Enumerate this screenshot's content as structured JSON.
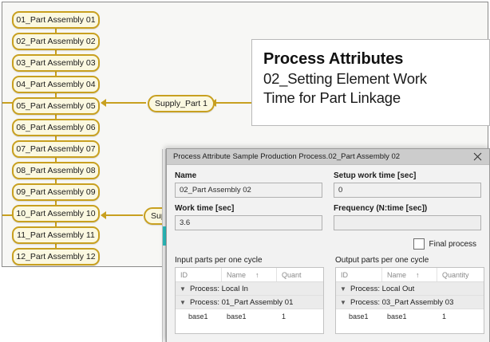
{
  "diagram": {
    "assembly_nodes": [
      {
        "label": "01_Part Assembly 01"
      },
      {
        "label": "02_Part Assembly 02"
      },
      {
        "label": "03_Part Assembly 03"
      },
      {
        "label": "04_Part Assembly 04"
      },
      {
        "label": "05_Part Assembly 05"
      },
      {
        "label": "06_Part Assembly 06"
      },
      {
        "label": "07_Part Assembly 07"
      },
      {
        "label": "08_Part Assembly 08"
      },
      {
        "label": "09_Part Assembly 09"
      },
      {
        "label": "10_Part Assembly 10"
      },
      {
        "label": "11_Part Assembly 11"
      },
      {
        "label": "12_Part Assembly 12"
      }
    ],
    "supply_nodes": [
      {
        "label": "Supply_Part 1"
      },
      {
        "label": "Sup"
      }
    ],
    "node_border_color": "#c8a020",
    "node_fill_color": "#fbf8e0",
    "connector_color": "#c8a020",
    "canvas_bg": "#f7f7f5"
  },
  "callout": {
    "title": "Process Attributes",
    "subtitle_line1": "02_Setting Element Work",
    "subtitle_line2": "Time for Part Linkage"
  },
  "dialog": {
    "title": "Process Attribute Sample Production Process.02_Part Assembly 02",
    "close_icon": "close-icon",
    "fields": {
      "name_label": "Name",
      "name_value": "02_Part Assembly 02",
      "setup_work_time_label": "Setup work time [sec]",
      "setup_work_time_value": "0",
      "work_time_label": "Work time [sec]",
      "work_time_value": "3.6",
      "frequency_label": "Frequency (N:time [sec])",
      "frequency_value": ""
    },
    "final_process": {
      "label": "Final process",
      "checked": false
    },
    "input_section": {
      "title": "Input parts per one cycle",
      "columns": [
        "ID",
        "Name",
        "Quant"
      ],
      "sort_indicator": "↑",
      "groups": [
        {
          "label": "Process: Local In"
        },
        {
          "label": "Process: 01_Part Assembly 01"
        }
      ],
      "rows": [
        {
          "id": "base1",
          "name": "base1",
          "quantity": "1"
        }
      ]
    },
    "output_section": {
      "title": "Output parts per one cycle",
      "columns": [
        "ID",
        "Name",
        "Quantity"
      ],
      "sort_indicator": "↑",
      "groups": [
        {
          "label": "Process: Local Out"
        },
        {
          "label": "Process: 03_Part Assembly 03"
        }
      ],
      "rows": [
        {
          "id": "base1",
          "name": "base1",
          "quantity": "1"
        }
      ]
    },
    "scrollbar_accent": "#2bbfc0"
  }
}
